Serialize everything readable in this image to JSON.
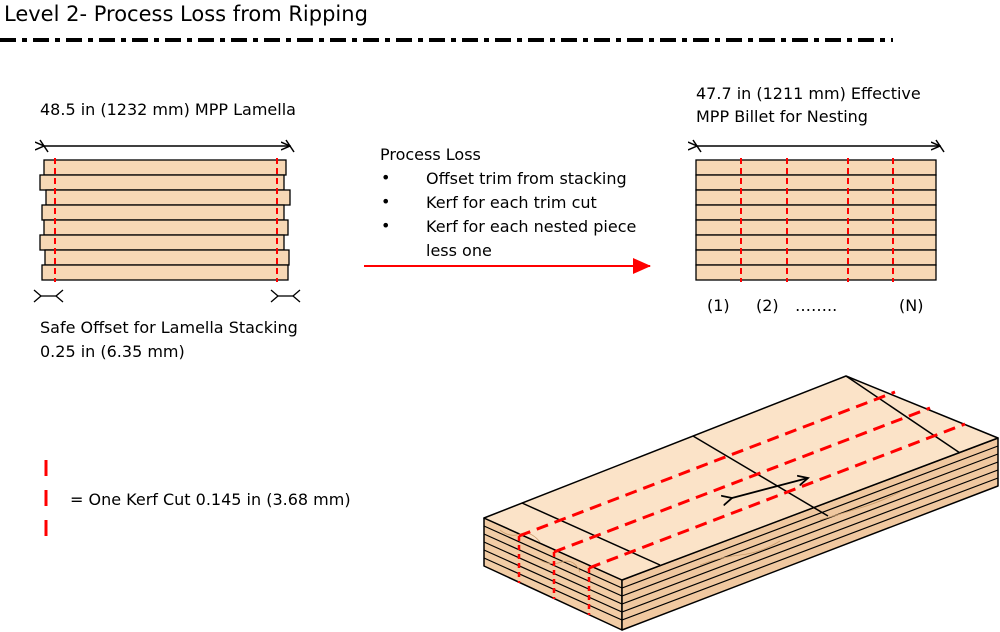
{
  "title": "Level 2- Process Loss from Ripping",
  "lamella": {
    "label": "48.5 in (1232 mm) MPP Lamella",
    "offset_line1": "Safe Offset for Lamella Stacking",
    "offset_line2": "0.25 in (6.35 mm)"
  },
  "billet": {
    "label_line1": "47.7 in (1211 mm) Effective",
    "label_line2": "MPP Billet for Nesting",
    "piece_labels": [
      "(1)",
      "(2)",
      "……..",
      "(N)"
    ]
  },
  "process_loss": {
    "title": "Process Loss",
    "bullet": "•",
    "items": [
      "Offset trim from stacking",
      "Kerf for each trim cut",
      "Kerf for each nested piece",
      "less one"
    ]
  },
  "legend": {
    "text": "= One Kerf Cut 0.145 in (3.68 mm)"
  },
  "colors": {
    "wood": "#f7d8b5",
    "wood_top": "#fbe3c8",
    "kerf": "#ff0000",
    "outline": "#000000"
  }
}
